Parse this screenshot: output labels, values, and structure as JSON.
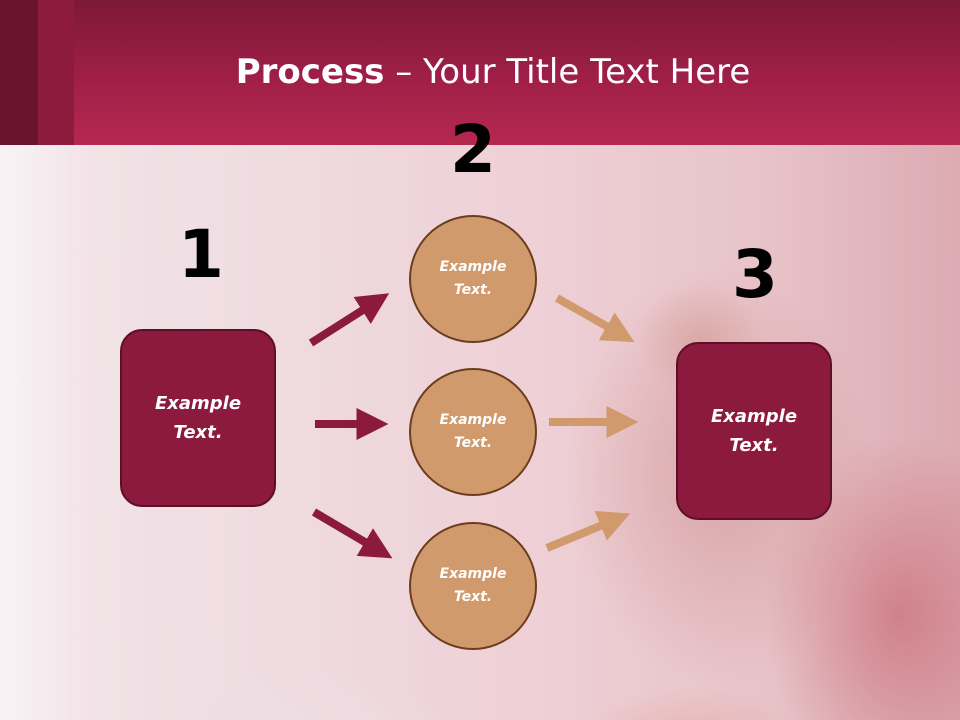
{
  "title": {
    "bold": "Process",
    "rest": " – Your Title Text Here"
  },
  "steps": [
    {
      "number": "1",
      "label": "Example\nText."
    },
    {
      "number": "2",
      "label": "Example\nText."
    },
    {
      "number": "3",
      "label": "Example\nText."
    }
  ],
  "circles": [
    {
      "label": "Example\nText."
    },
    {
      "label": "Example\nText."
    },
    {
      "label": "Example\nText."
    }
  ],
  "colors": {
    "header": "#a01f48",
    "box_fill": "#8c1a3e",
    "circle_fill": "#d09a6c",
    "arrow_dark": "#8c1a3e",
    "arrow_light": "#d09a6c"
  }
}
